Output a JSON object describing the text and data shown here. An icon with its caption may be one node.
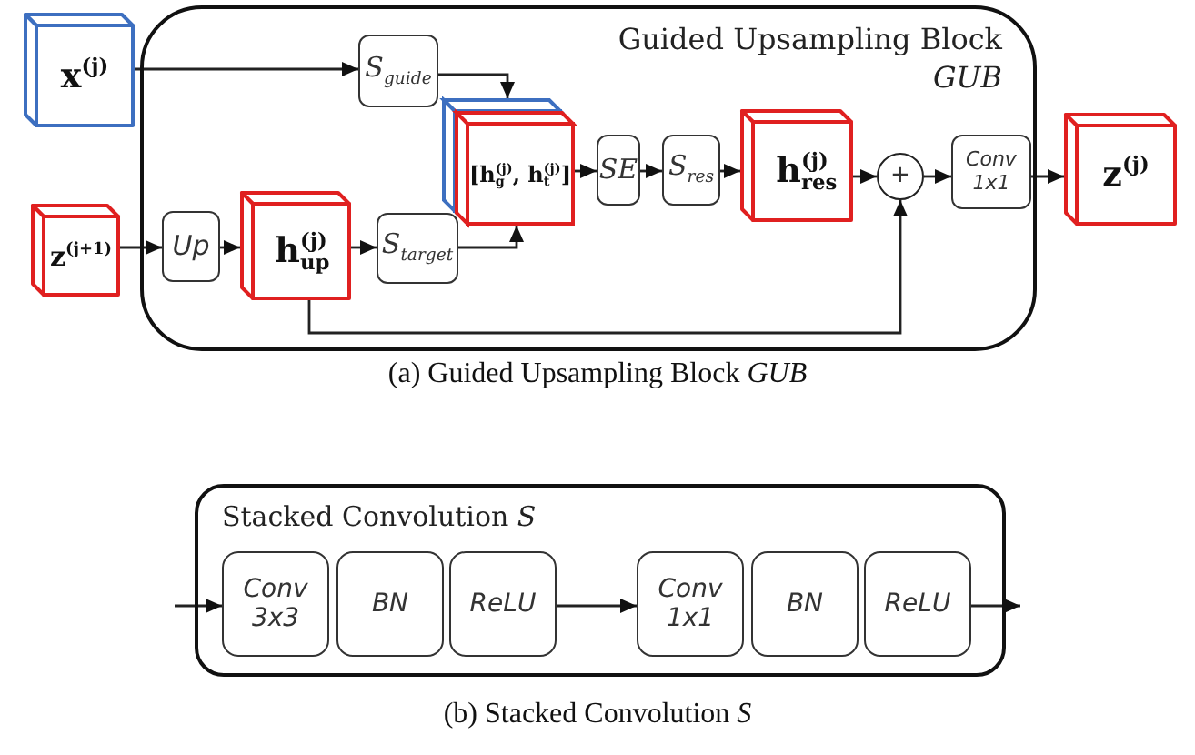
{
  "diagram": {
    "nodes": [
      {
        "text": [
          "Guided Upsampling Block",
          "GUB"
        ]
      },
      {
        "text": [
          "x$^{(j)}$"
        ]
      },
      {
        "text": [
          "S$_{guide}$"
        ],
        "in": 0
      },
      {
        "text": [
          "z$^{(j+1)}$"
        ]
      },
      {
        "text": [
          "Up"
        ],
        "in": 0
      },
      {
        "text": [
          "h$_{up}$$^{(j)}$"
        ],
        "in": 0
      },
      {
        "text": [
          "S$_{target}$"
        ],
        "in": 0
      },
      {
        "text": [
          "[h$_{g}$$^{(j)}$, h$_{t}$$^{(j)}$]"
        ],
        "in": 0
      },
      {
        "text": [
          "SE"
        ],
        "in": 0
      },
      {
        "text": [
          "S$_{res}$"
        ],
        "in": 0
      },
      {
        "text": [
          "h$_{res}$$^{(j)}$"
        ],
        "in": 0
      },
      {
        "text": [
          "+"
        ],
        "in": 0
      },
      {
        "text": [
          "Conv 1x1"
        ],
        "in": 0
      },
      {
        "text": [
          "z$^{(j)}$"
        ]
      },
      {
        "text": [
          "Stacked Convolution *S*"
        ]
      },
      {
        "text": [
          "Conv 3x3"
        ],
        "in": 14
      },
      {
        "text": [
          "BN"
        ],
        "in": 14
      },
      {
        "text": [
          "ReLU"
        ],
        "in": 14
      },
      {
        "text": [
          "Conv 1x1"
        ],
        "in": 14
      },
      {
        "text": [
          "BN"
        ],
        "in": 14
      },
      {
        "text": [
          "ReLU"
        ],
        "in": 14
      }
    ],
    "edges": [
      {
        "from": 1,
        "to": 2,
        "arrow": "to"
      },
      {
        "from": 2,
        "to": 7,
        "arrow": "to"
      },
      {
        "from": 3,
        "to": 4,
        "arrow": "to"
      },
      {
        "from": 4,
        "to": 5,
        "arrow": "to"
      },
      {
        "from": 5,
        "to": 6,
        "arrow": "to"
      },
      {
        "from": 6,
        "to": 7,
        "arrow": "to"
      },
      {
        "from": 7,
        "to": 8,
        "arrow": "to"
      },
      {
        "from": 8,
        "to": 9,
        "arrow": "to"
      },
      {
        "from": 9,
        "to": 10,
        "arrow": "to"
      },
      {
        "from": 10,
        "to": 11,
        "arrow": "to"
      },
      {
        "from": 5,
        "to": 11,
        "arrow": "to"
      },
      {
        "from": 11,
        "to": 12,
        "arrow": "to"
      },
      {
        "from": 12,
        "to": 13,
        "arrow": "to"
      },
      {
        "from": null,
        "to": 15,
        "arrow": "to"
      },
      {
        "from": 17,
        "to": 18,
        "arrow": "to"
      },
      {
        "from": 20,
        "to": null,
        "arrow": "to"
      }
    ],
    "labels": [
      "(a) Guided Upsampling Block *GUB*",
      "(b) Stacked Convolution *S*"
    ]
  }
}
